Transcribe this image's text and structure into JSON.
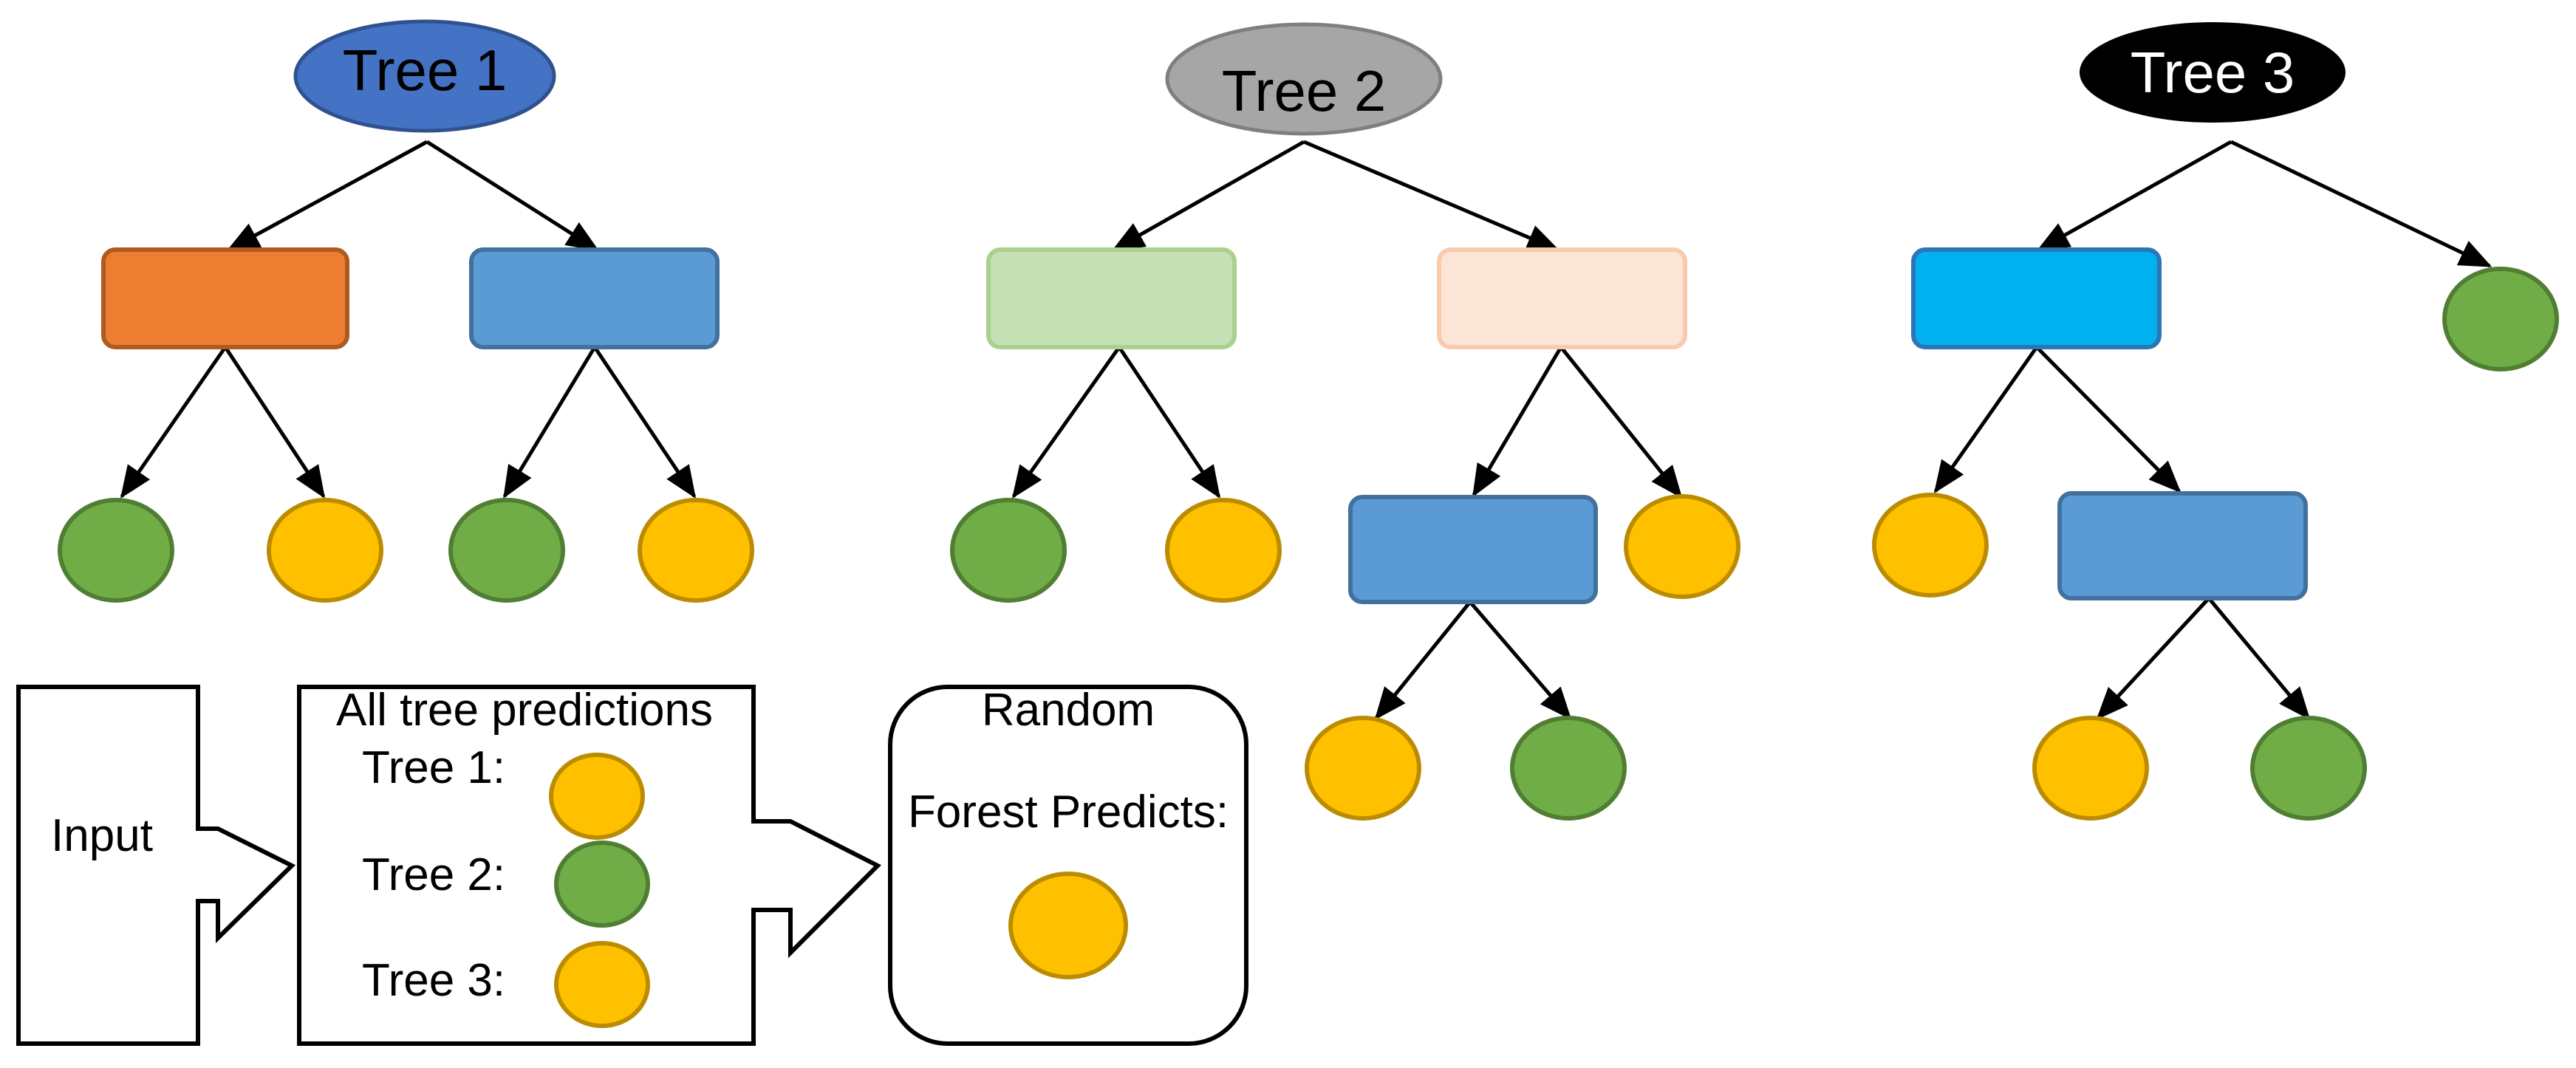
{
  "colors": {
    "tree1_title_fill": "#4472C4",
    "tree2_title_fill": "#A6A6A6",
    "tree3_title_fill": "#000000",
    "orange": "#ED7D31",
    "blue": "#5B9BD5",
    "light_green": "#C5E0B4",
    "peach": "#FBE5D6",
    "cyan": "#00B0F0",
    "leaf_green": "#70AD47",
    "leaf_yellow": "#FFC000"
  },
  "trees": [
    {
      "title": "Tree 1",
      "title_icon": "tree-1-title-ellipse"
    },
    {
      "title": "Tree 2",
      "title_icon": "tree-2-title-ellipse"
    },
    {
      "title": "Tree 3",
      "title_icon": "tree-3-title-ellipse"
    }
  ],
  "flow": {
    "input_label": "Input",
    "predictions_title": "All tree predictions",
    "prediction_rows": [
      {
        "label": "Tree 1:",
        "result": "yellow"
      },
      {
        "label": "Tree 2:",
        "result": "green"
      },
      {
        "label": "Tree 3:",
        "result": "yellow"
      }
    ],
    "forest_line1": "Random",
    "forest_line2": "Forest Predicts:",
    "forest_result": "yellow"
  }
}
